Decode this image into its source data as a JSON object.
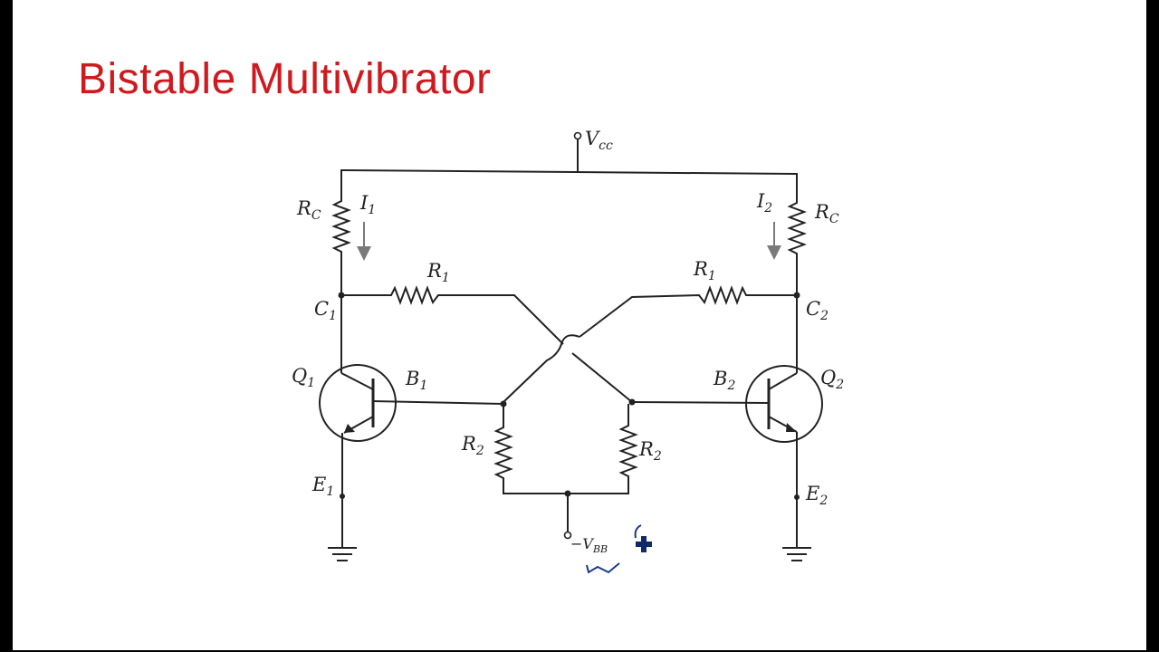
{
  "title": "Bistable Multivibrator",
  "colors": {
    "title": "#d0191f",
    "wire": "#222222",
    "arrow": "#7a7a7a",
    "ink": "#1a3a8c"
  },
  "labels": {
    "vcc": {
      "main": "V",
      "sub": "cc"
    },
    "rc_left": {
      "main": "R",
      "sub": "C"
    },
    "rc_right": {
      "main": "R",
      "sub": "C"
    },
    "i1": {
      "main": "I",
      "sub": "1"
    },
    "i2": {
      "main": "I",
      "sub": "2"
    },
    "r1_left": {
      "main": "R",
      "sub": "1"
    },
    "r1_right": {
      "main": "R",
      "sub": "1"
    },
    "c1": {
      "main": "C",
      "sub": "1"
    },
    "c2": {
      "main": "C",
      "sub": "2"
    },
    "q1": {
      "main": "Q",
      "sub": "1"
    },
    "q2": {
      "main": "Q",
      "sub": "2"
    },
    "b1": {
      "main": "B",
      "sub": "1"
    },
    "b2": {
      "main": "B",
      "sub": "2"
    },
    "r2_left": {
      "main": "R",
      "sub": "2"
    },
    "r2_right": {
      "main": "R",
      "sub": "2"
    },
    "e1": {
      "main": "E",
      "sub": "1"
    },
    "e2": {
      "main": "E",
      "sub": "2"
    },
    "vbb": {
      "prefix": "−V",
      "sub": "BB"
    }
  }
}
